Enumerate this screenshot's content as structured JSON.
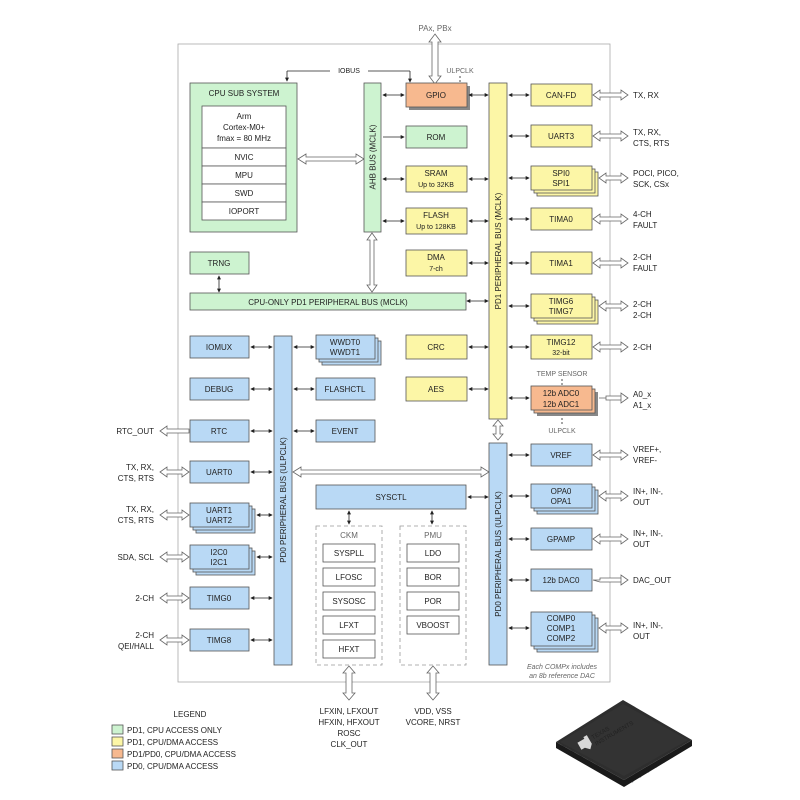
{
  "top_label": "PAx, PBx",
  "iobus": "IOBUS",
  "ulpclk_top": "ULPCLK",
  "cpu": {
    "title": "CPU SUB SYSTEM",
    "core_l1": "Arm",
    "core_l2": "Cortex-M0+",
    "core_l3": "fmax = 80 MHz",
    "items": [
      "NVIC",
      "MPU",
      "SWD",
      "IOPORT"
    ]
  },
  "buses": {
    "ahb": "AHB BUS (MCLK)",
    "pd1": "PD1 PERIPHERAL BUS (MCLK)",
    "cpu_only": "CPU-ONLY  PD1 PERIPHERAL BUS (MCLK)",
    "pd0_left": "PD0 PERIPHERAL BUS (ULPCLK)",
    "pd0_right": "PD0 PERIPHERAL BUS (ULPCLK)"
  },
  "blocks": {
    "gpio": "GPIO",
    "rom": "ROM",
    "sram": "SRAM",
    "sram_sub": "Up to 32KB",
    "flash": "FLASH",
    "flash_sub": "Up to 128KB",
    "dma": "DMA",
    "dma_sub": "7-ch",
    "crc": "CRC",
    "aes": "AES",
    "trng": "TRNG",
    "canfd": "CAN-FD",
    "uart3": "UART3",
    "spi0": "SPI0",
    "spi1": "SPI1",
    "tima0": "TIMA0",
    "tima1": "TIMA1",
    "timg6": "TIMG6",
    "timg7": "TIMG7",
    "timg12": "TIMG12",
    "timg12_sub": "32-bit",
    "temp_sensor": "TEMP SENSOR",
    "adc0": "12b ADC0",
    "adc1": "12b ADC1",
    "ulpclk_adc": "ULPCLK",
    "vref": "VREF",
    "opa0": "OPA0",
    "opa1": "OPA1",
    "gpamp": "GPAMP",
    "dac0": "12b DAC0",
    "comp0": "COMP0",
    "comp1": "COMP1",
    "comp2": "COMP2",
    "comp_note1": "Each COMPx includes",
    "comp_note2": "an 8b reference DAC",
    "iomux": "IOMUX",
    "debug": "DEBUG",
    "rtc": "RTC",
    "uart0": "UART0",
    "uart1": "UART1",
    "uart2": "UART2",
    "i2c0": "I2C0",
    "i2c1": "I2C1",
    "timg0": "TIMG0",
    "timg8": "TIMG8",
    "wwdt0": "WWDT0",
    "wwdt1": "WWDT1",
    "flashctl": "FLASHCTL",
    "event": "EVENT",
    "sysctl": "SYSCTL"
  },
  "ckm": {
    "title": "CKM",
    "items": [
      "SYSPLL",
      "LFOSC",
      "SYSOSC",
      "LFXT",
      "HFXT"
    ]
  },
  "pmu": {
    "title": "PMU",
    "items": [
      "LDO",
      "BOR",
      "POR",
      "VBOOST"
    ]
  },
  "right_io": {
    "canfd": [
      "TX, RX"
    ],
    "uart3": [
      "TX, RX,",
      "CTS, RTS"
    ],
    "spi": [
      "POCI, PICO,",
      "SCK, CSx"
    ],
    "tima0": [
      "4-CH",
      "FAULT"
    ],
    "tima1": [
      "2-CH",
      "FAULT"
    ],
    "timg67": [
      "2-CH",
      "2-CH"
    ],
    "timg12": [
      "2-CH"
    ],
    "adc": [
      "A0_x",
      "A1_x"
    ],
    "vref": [
      "VREF+,",
      "VREF-"
    ],
    "opa": [
      "IN+, IN-,",
      "OUT"
    ],
    "gpamp": [
      "IN+, IN-,",
      "OUT"
    ],
    "dac": [
      "DAC_OUT"
    ],
    "comp": [
      "IN+, IN-,",
      "OUT"
    ]
  },
  "left_io": {
    "rtc": [
      "RTC_OUT"
    ],
    "uart0": [
      "TX, RX,",
      "CTS, RTS"
    ],
    "uart12": [
      "TX, RX,",
      "CTS, RTS"
    ],
    "i2c": [
      "SDA, SCL"
    ],
    "timg0": [
      "2-CH"
    ],
    "timg8": [
      "2-CH",
      "QEI/HALL"
    ]
  },
  "bottom_io": {
    "ckm": [
      "LFXIN, LFXOUT",
      "HFXIN, HFXOUT",
      "ROSC",
      "CLK_OUT"
    ],
    "pmu": [
      "VDD, VSS",
      "VCORE, NRST"
    ]
  },
  "legend": {
    "title": "LEGEND",
    "items": [
      {
        "color": "#cdf3d0",
        "label": "PD1, CPU ACCESS ONLY"
      },
      {
        "color": "#fcf6a6",
        "label": "PD1, CPU/DMA ACCESS"
      },
      {
        "color": "#f7b98f",
        "label": "PD1/PD0, CPU/DMA ACCESS"
      },
      {
        "color": "#b9d9f5",
        "label": "PD0, CPU/DMA ACCESS"
      }
    ]
  },
  "chip_logo": [
    "TEXAS",
    "INSTRUMENTS"
  ]
}
